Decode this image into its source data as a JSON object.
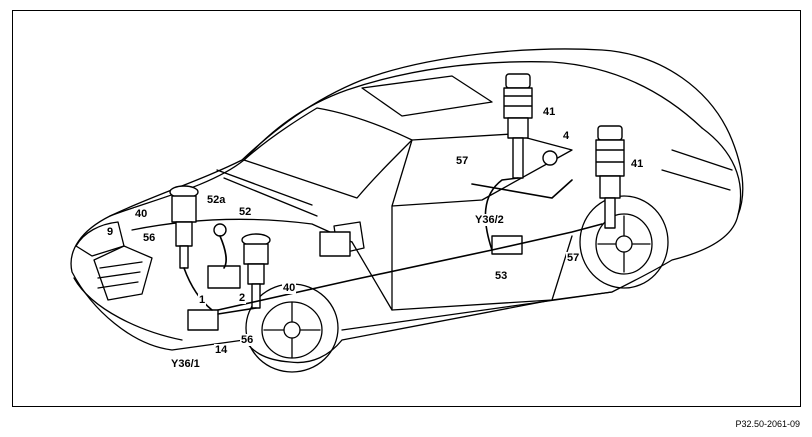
{
  "diagram": {
    "callouts": [
      {
        "id": "c-41-top",
        "label": "41"
      },
      {
        "id": "c-4",
        "label": "4"
      },
      {
        "id": "c-57-top",
        "label": "57"
      },
      {
        "id": "c-41-right",
        "label": "41"
      },
      {
        "id": "c-52a",
        "label": "52a"
      },
      {
        "id": "c-52",
        "label": "52"
      },
      {
        "id": "c-40-left",
        "label": "40"
      },
      {
        "id": "c-9",
        "label": "9"
      },
      {
        "id": "c-56-left",
        "label": "56"
      },
      {
        "id": "c-y362",
        "label": "Y36/2"
      },
      {
        "id": "c-53",
        "label": "53"
      },
      {
        "id": "c-57-right",
        "label": "57"
      },
      {
        "id": "c-40-mid",
        "label": "40"
      },
      {
        "id": "c-1",
        "label": "1"
      },
      {
        "id": "c-2",
        "label": "2"
      },
      {
        "id": "c-14",
        "label": "14"
      },
      {
        "id": "c-56-bottom",
        "label": "56"
      },
      {
        "id": "c-y361",
        "label": "Y36/1"
      }
    ],
    "reference_code": "P32.50-2061-09"
  }
}
